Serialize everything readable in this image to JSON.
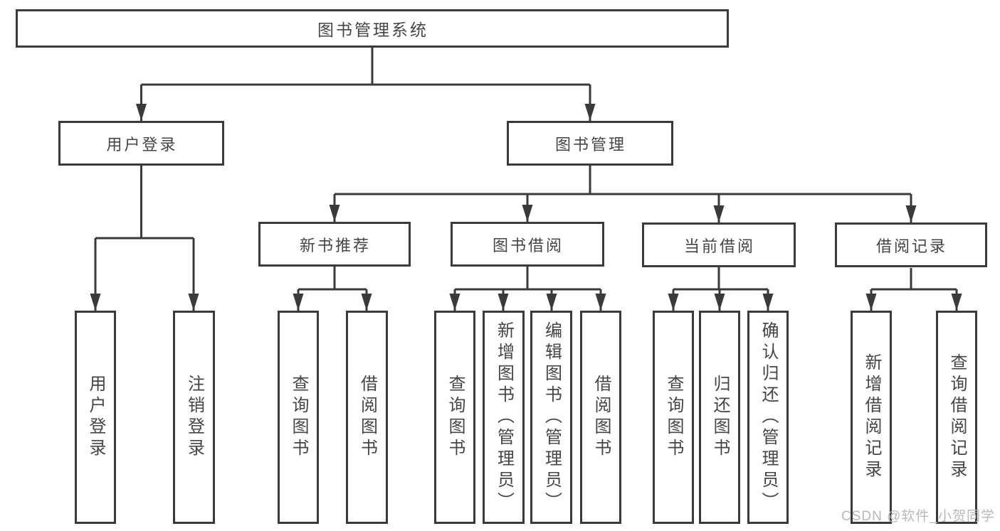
{
  "tree": {
    "root": {
      "label": "图书管理系统",
      "children": [
        {
          "label": "用户登录",
          "children": [
            {
              "label": "用户登录"
            },
            {
              "label": "注销登录"
            }
          ]
        },
        {
          "label": "图书管理",
          "children": [
            {
              "label": "新书推荐",
              "children": [
                {
                  "label": "查询图书"
                },
                {
                  "label": "借阅图书"
                }
              ]
            },
            {
              "label": "图书借阅",
              "children": [
                {
                  "label": "查询图书"
                },
                {
                  "label": "新增图书（管理员）"
                },
                {
                  "label": "编辑图书（管理员）"
                },
                {
                  "label": "借阅图书"
                }
              ]
            },
            {
              "label": "当前借阅",
              "children": [
                {
                  "label": "查询图书"
                },
                {
                  "label": "归还图书"
                },
                {
                  "label": "确认归还（管理员）"
                }
              ]
            },
            {
              "label": "借阅记录",
              "children": [
                {
                  "label": "新增借阅记录"
                },
                {
                  "label": "查询借阅记录"
                }
              ]
            }
          ]
        }
      ]
    }
  },
  "watermark": {
    "text": "CSDN @软件_小贺同学"
  },
  "colors": {
    "line": "#3a3a3a",
    "box_border": "#3a3a3a",
    "text": "#454545",
    "background": "#ffffff",
    "watermark": "#b8b8b8"
  }
}
